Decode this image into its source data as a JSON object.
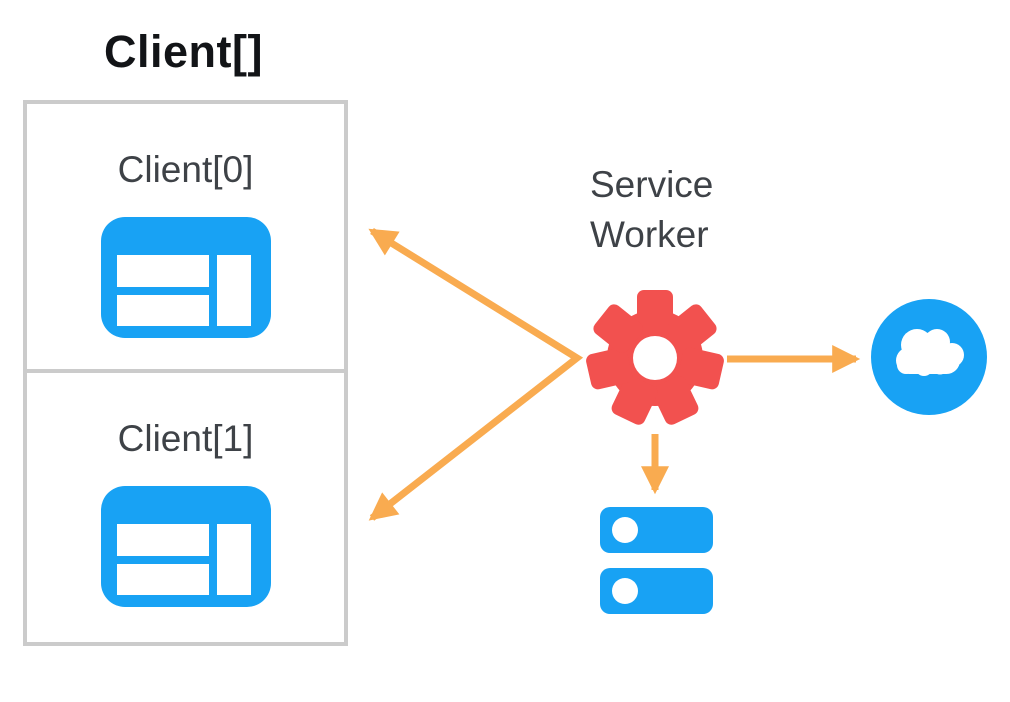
{
  "colors": {
    "blue": "#18A2F4",
    "red": "#F2514F",
    "orange": "#F9AB50",
    "text_dark": "#3E4247",
    "title": "#121417",
    "box_border": "#CBCBCB"
  },
  "diagram": {
    "title": "Client[]",
    "clients": [
      {
        "label": "Client[0]",
        "icon": "browser-window-icon"
      },
      {
        "label": "Client[1]",
        "icon": "browser-window-icon"
      }
    ],
    "service_worker": {
      "label": "Service\nWorker",
      "icon": "gear-icon"
    },
    "network": {
      "icon": "cloud-icon"
    },
    "storage": {
      "icon": "server-stack-icon"
    },
    "arrows": [
      {
        "from": "service-worker",
        "to": "client-group",
        "heads": "both-tips-at-clients",
        "shape": "v"
      },
      {
        "from": "service-worker",
        "to": "cloud",
        "shape": "horizontal"
      },
      {
        "from": "service-worker",
        "to": "server-stack",
        "shape": "vertical"
      }
    ]
  }
}
